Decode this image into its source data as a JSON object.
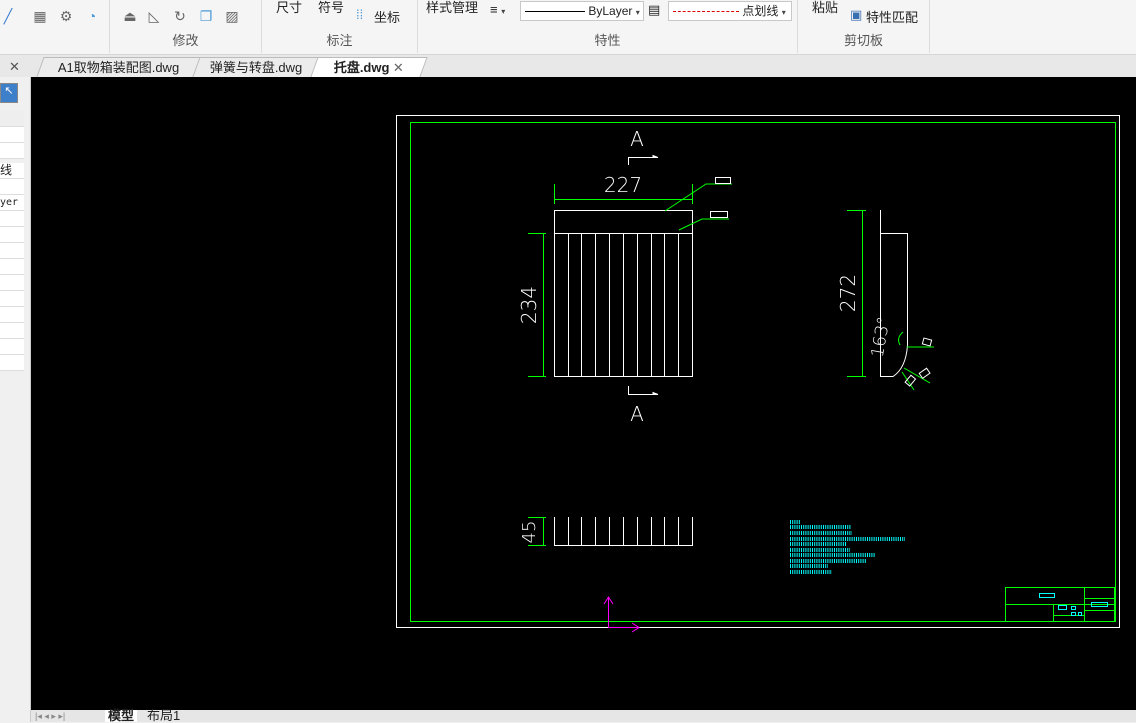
{
  "ribbon": {
    "groups": [
      {
        "label": "修改"
      },
      {
        "label": "标注"
      },
      {
        "label": "特性"
      },
      {
        "label": "剪切板"
      }
    ],
    "dimension_label": "尺寸",
    "symbol_label": "符号",
    "coord_label": "坐标",
    "style_mgr_label": "样式管理",
    "lineweight_value": "ByLayer",
    "linetype_value": "点划线",
    "paste_label": "粘贴",
    "match_props_label": "特性匹配"
  },
  "tabs": [
    {
      "label": "A1取物箱装配图.dwg"
    },
    {
      "label": "弹簧与转盘.dwg"
    },
    {
      "label": "托盘.dwg",
      "active": true
    }
  ],
  "left_panel": {
    "rows": [
      "",
      "",
      "线",
      "",
      "yer"
    ]
  },
  "drawing": {
    "section_label_top": "A",
    "section_label_bottom": "A",
    "dim_width": "227",
    "dim_height": "234",
    "dim_side": "272",
    "dim_angle": "163°",
    "dim_bottom": "45"
  },
  "layout_tabs": [
    {
      "label": "模型",
      "active": true
    },
    {
      "label": "布局1"
    }
  ],
  "colors": {
    "canvas": "#000000",
    "dimension": "#00ff00",
    "geometry": "#ffffff",
    "text": "#00ffff",
    "ucs": "#ff00ff"
  }
}
